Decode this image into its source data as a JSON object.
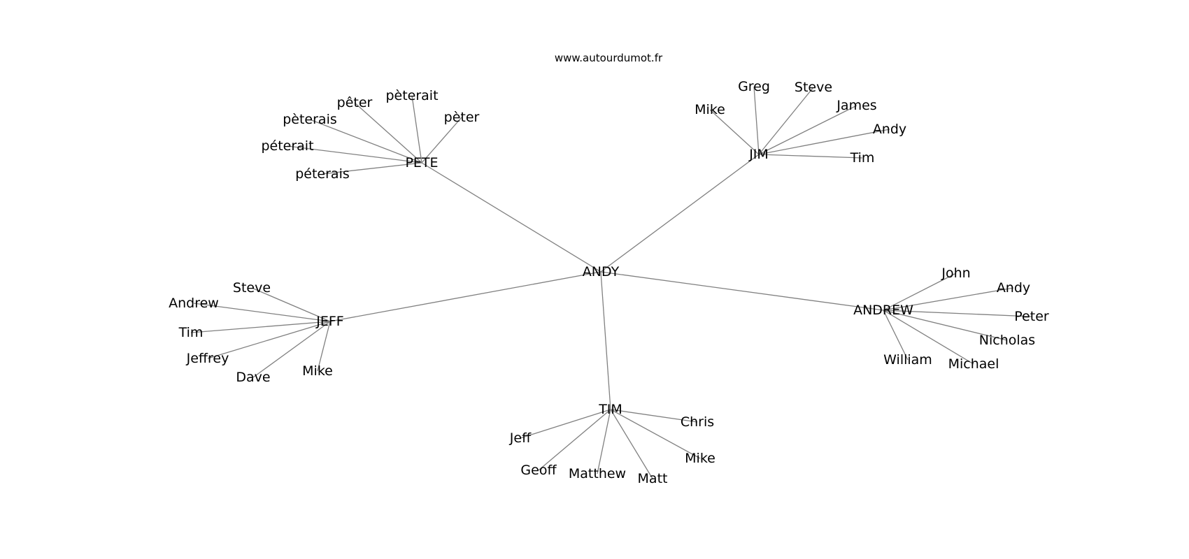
{
  "header": {
    "site": "www.autourdumot.fr"
  },
  "graph": {
    "edge_color": "#808080",
    "root": "ANDY",
    "hubs": [
      {
        "id": "PETE",
        "label": "PETE",
        "children": [
          "pêter",
          "pèterait",
          "pèter",
          "pèterais",
          "péterait",
          "péterais"
        ]
      },
      {
        "id": "JIM",
        "label": "JIM",
        "children": [
          "Mike",
          "Greg",
          "Steve",
          "James",
          "Andy",
          "Tim"
        ]
      },
      {
        "id": "JEFF",
        "label": "JEFF",
        "children": [
          "Steve",
          "Andrew",
          "Tim",
          "Jeffrey",
          "Dave",
          "Mike"
        ]
      },
      {
        "id": "ANDREW",
        "label": "ANDREW",
        "children": [
          "John",
          "Andy",
          "Peter",
          "Nicholas",
          "Michael",
          "William"
        ]
      },
      {
        "id": "TIM",
        "label": "TIM",
        "children": [
          "Chris",
          "Mike",
          "Matt",
          "Matthew",
          "Geoff",
          "Jeff"
        ]
      }
    ]
  }
}
